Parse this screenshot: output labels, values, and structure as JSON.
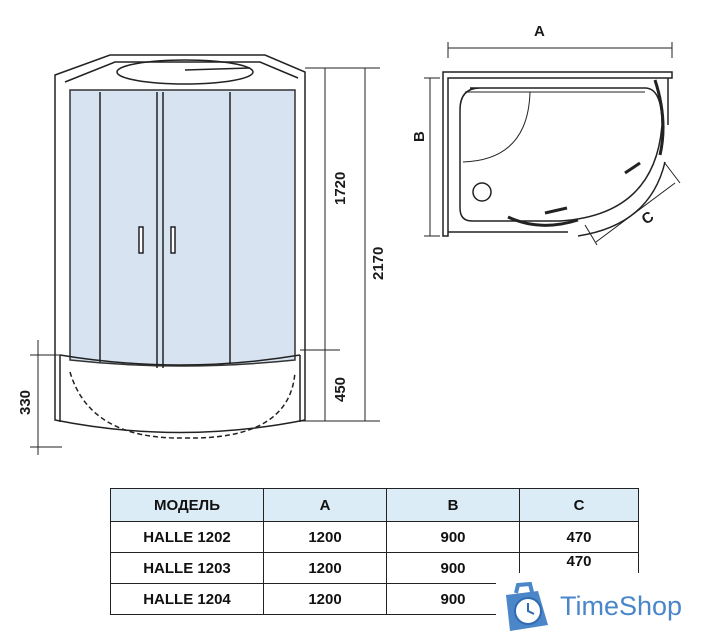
{
  "front_view": {
    "dimensions": {
      "cabin_height": "1720",
      "total_height": "2170",
      "tray_height": "450",
      "tray_step": "330"
    }
  },
  "top_view": {
    "labels": {
      "width": "A",
      "depth": "B",
      "door": "C"
    }
  },
  "table": {
    "headers": [
      "МОДЕЛЬ",
      "A",
      "B",
      "C"
    ],
    "rows": [
      [
        "HALLE 1202",
        "1200",
        "900",
        "470"
      ],
      [
        "HALLE 1203",
        "1200",
        "900",
        "470"
      ],
      [
        "HALLE 1204",
        "1200",
        "900",
        ""
      ]
    ],
    "header_color": "#dcecf7"
  },
  "watermark": {
    "text": "TimeShop",
    "color": "#4a86c8",
    "icon": "clock-bag-icon"
  }
}
